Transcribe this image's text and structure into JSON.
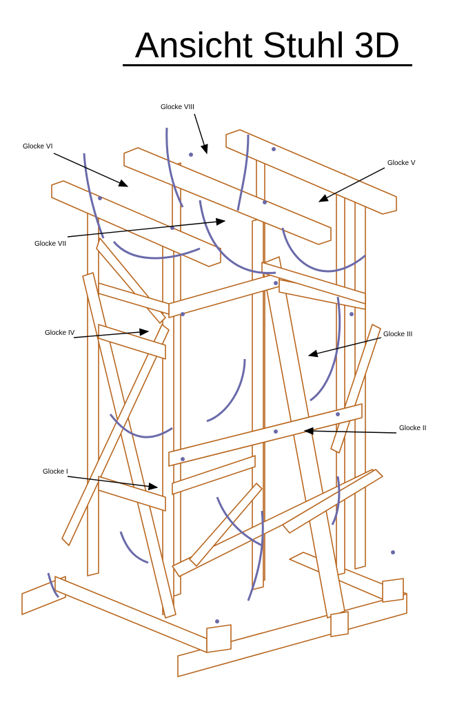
{
  "title": "Ansicht Stuhl 3D",
  "colors": {
    "timber": "#b8661e",
    "bell_hangers": "#6a6aaa",
    "text": "#000000"
  },
  "labels": {
    "glocke_viii": "Glocke VIII",
    "glocke_vi": "Glocke VI",
    "glocke_v": "Glocke V",
    "glocke_vii": "Glocke VII",
    "glocke_iv": "Glocke IV",
    "glocke_iii": "Glocke III",
    "glocke_ii": "Glocke II",
    "glocke_i": "Glocke I"
  }
}
